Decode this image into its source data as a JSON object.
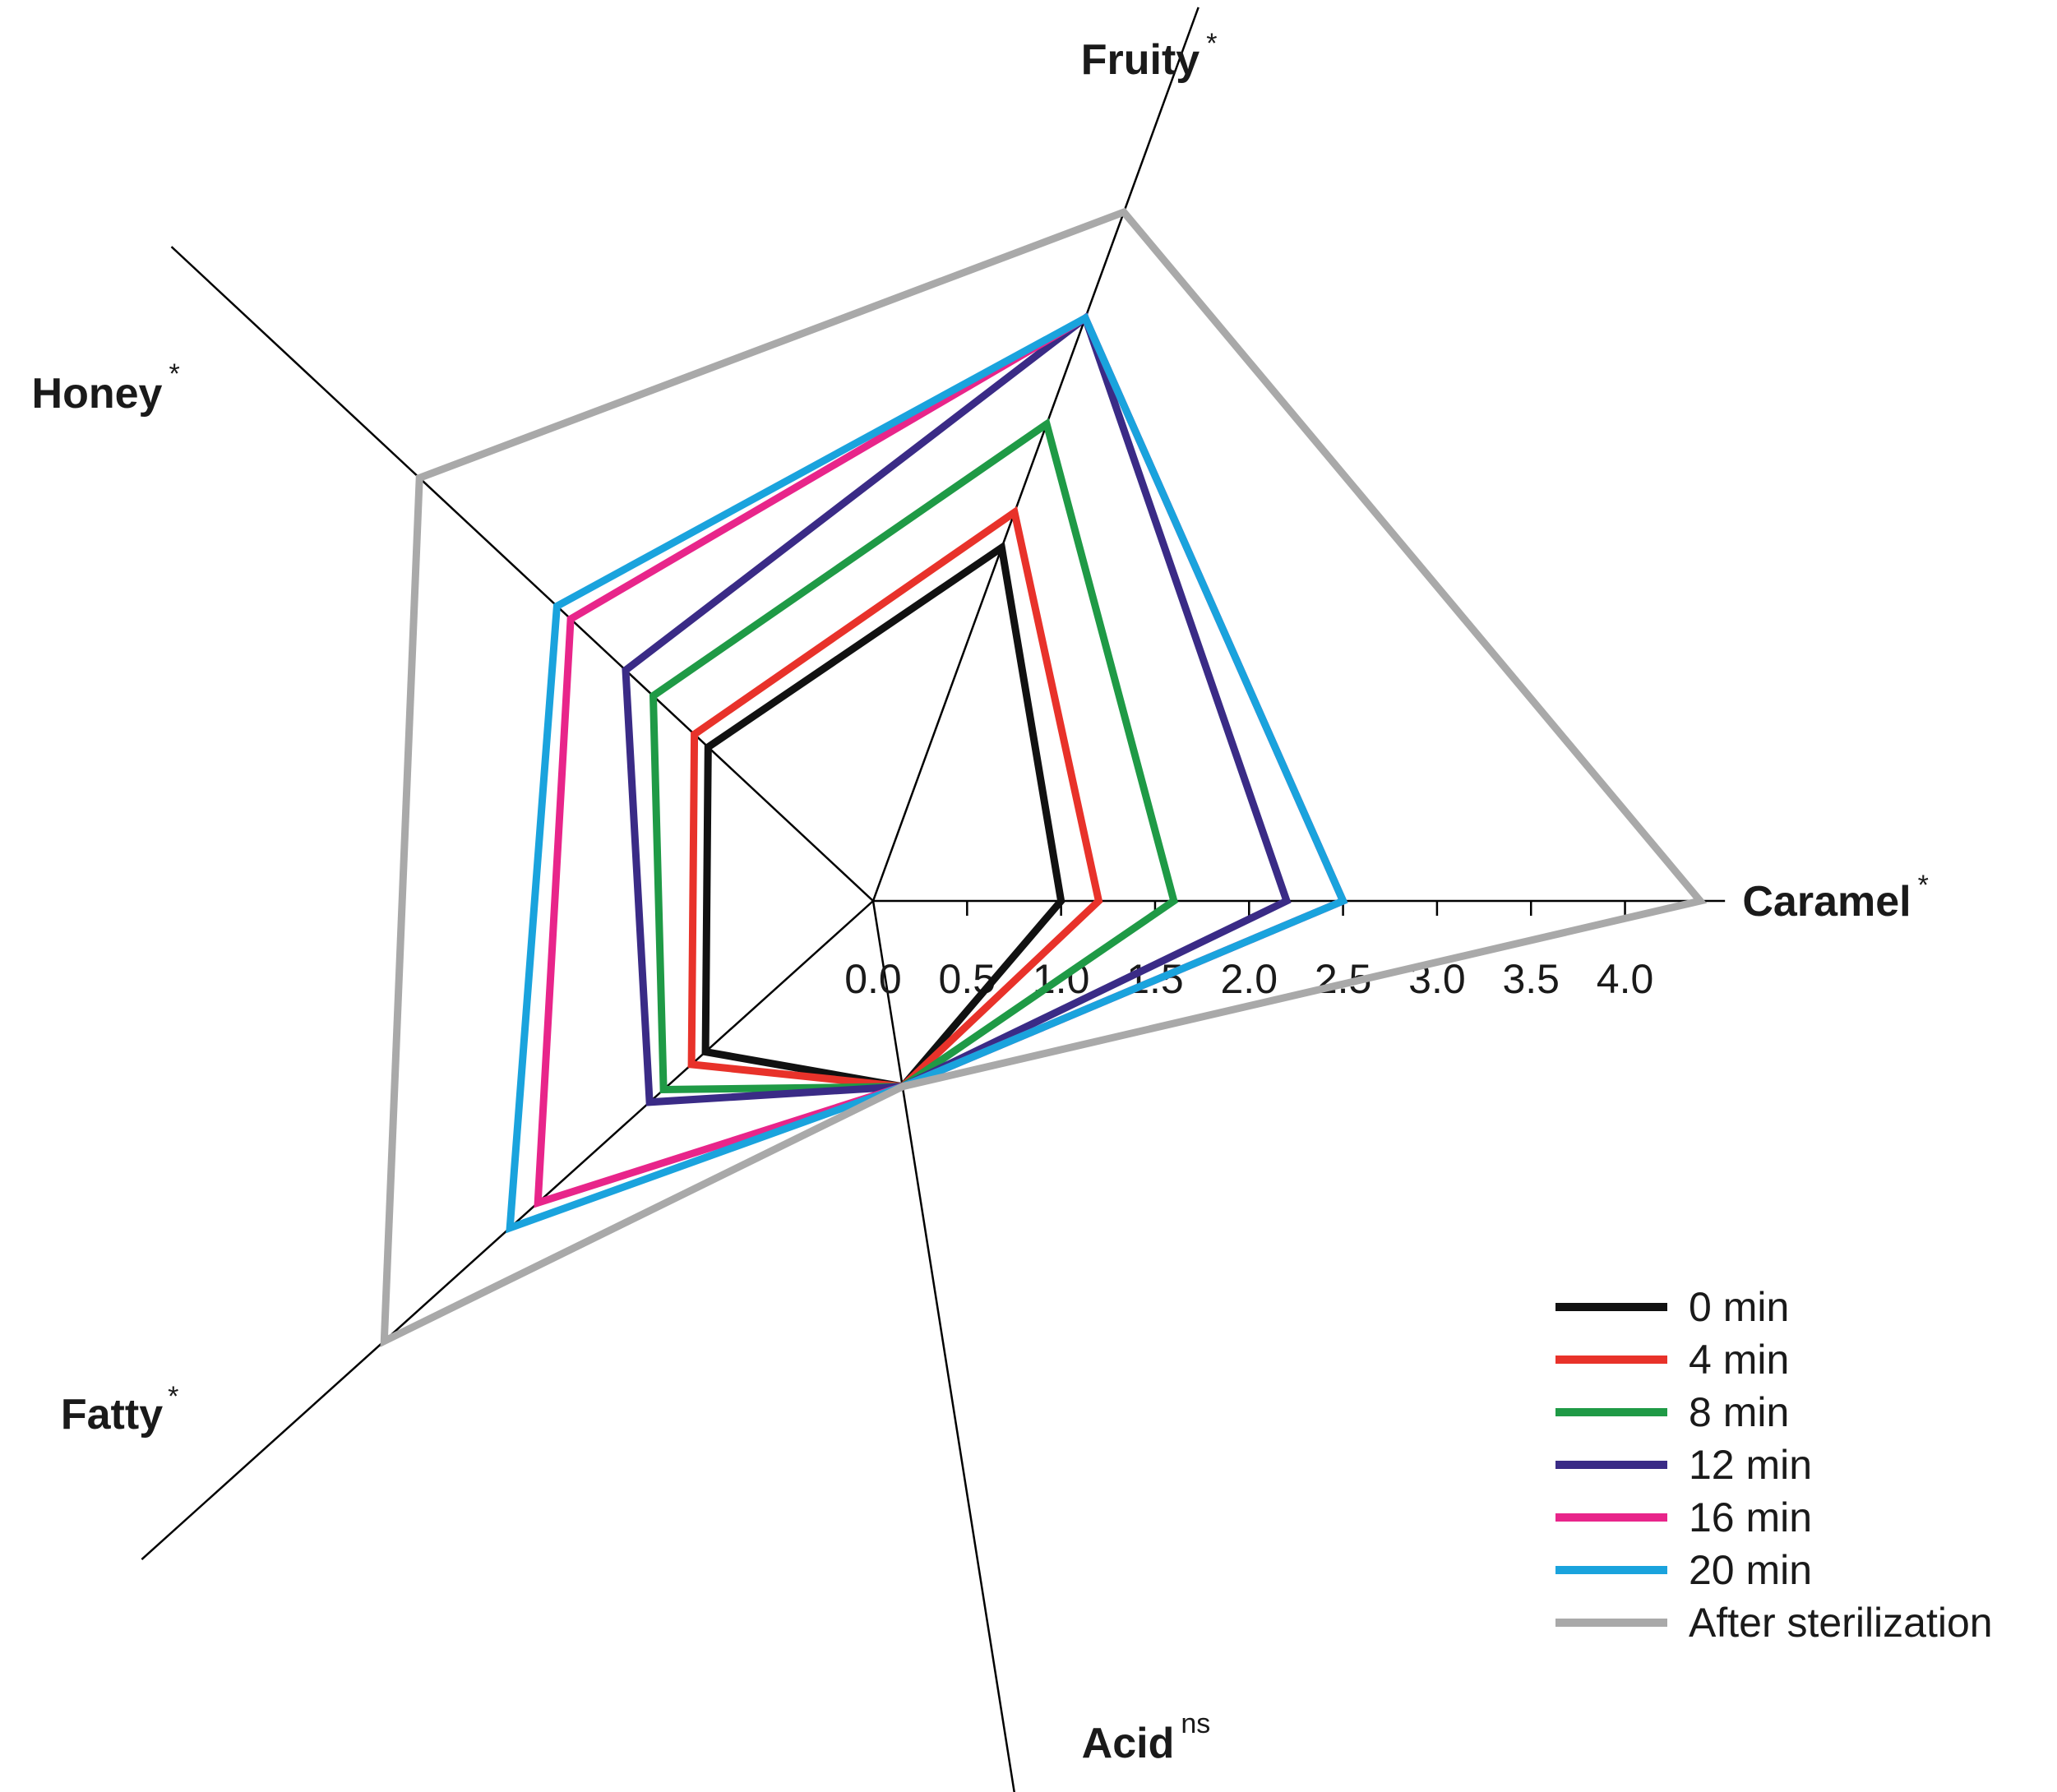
{
  "chart_data": {
    "type": "radar",
    "axes": [
      {
        "name": "Fruity",
        "mark": "*"
      },
      {
        "name": "Caramel",
        "mark": "*"
      },
      {
        "name": "Acid",
        "mark": "ns"
      },
      {
        "name": "Fatty",
        "mark": "*"
      },
      {
        "name": "Honey",
        "mark": "*"
      }
    ],
    "range": [
      0,
      4.4
    ],
    "ticks": [
      "0.0",
      "0.5",
      "1.0",
      "1.5",
      "2.0",
      "2.5",
      "3.0",
      "3.5",
      "4.0"
    ],
    "tick_values": [
      0,
      0.5,
      1.0,
      1.5,
      2.0,
      2.5,
      3.0,
      3.5,
      4.0
    ],
    "legend_position": "bottom-right",
    "series": [
      {
        "name": "0 min",
        "color": "#111111",
        "values": [
          2.0,
          1.0,
          1.0,
          1.2,
          1.2
        ]
      },
      {
        "name": "4 min",
        "color": "#e8322a",
        "values": [
          2.2,
          1.2,
          1.0,
          1.3,
          1.3
        ]
      },
      {
        "name": "8 min",
        "color": "#1f9a46",
        "values": [
          2.7,
          1.6,
          1.0,
          1.5,
          1.6
        ]
      },
      {
        "name": "12 min",
        "color": "#3a2b86",
        "values": [
          3.3,
          2.2,
          1.0,
          1.6,
          1.8
        ]
      },
      {
        "name": "16 min",
        "color": "#e8258a",
        "values": [
          3.3,
          2.5,
          1.0,
          2.4,
          2.2
        ]
      },
      {
        "name": "20 min",
        "color": "#1aa3dd",
        "values": [
          3.3,
          2.5,
          1.0,
          2.6,
          2.3
        ]
      },
      {
        "name": "After sterilization",
        "color": "#a9a9a9",
        "values": [
          3.9,
          4.4,
          1.0,
          3.5,
          3.3
        ]
      }
    ]
  }
}
